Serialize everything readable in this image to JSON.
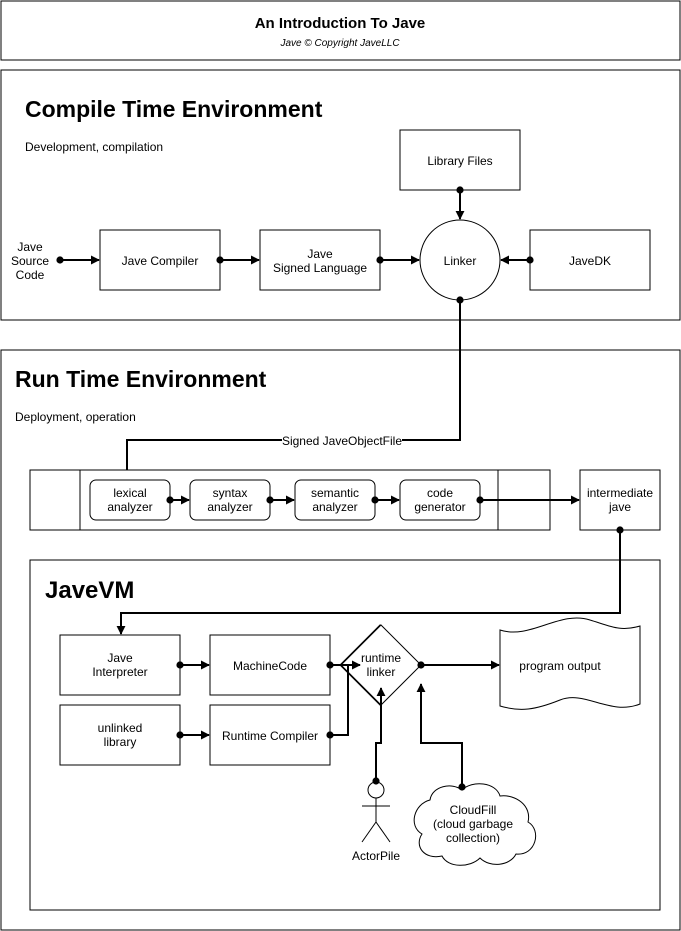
{
  "header": {
    "title": "An Introduction To Jave",
    "subtitle": "Jave © Copyright JaveLLC"
  },
  "compile": {
    "title": "Compile Time Environment",
    "subtitle": "Development, compilation",
    "source": [
      "Jave",
      "Source",
      "Code"
    ],
    "compiler": "Jave Compiler",
    "signed_language": [
      "Jave",
      "Signed Language"
    ],
    "linker": "Linker",
    "library_files": "Library Files",
    "javedk": "JaveDK"
  },
  "runtime": {
    "title": "Run Time Environment",
    "subtitle": "Deployment, operation",
    "object_file_label": "Signed JaveObjectFile",
    "lexical": [
      "lexical",
      "analyzer"
    ],
    "syntax": [
      "syntax",
      "analyzer"
    ],
    "semantic": [
      "semantic",
      "analyzer"
    ],
    "codegen": [
      "code",
      "generator"
    ],
    "intermediate": [
      "intermediate",
      "jave"
    ]
  },
  "vm": {
    "title": "JaveVM",
    "interpreter": [
      "Jave",
      "Interpreter"
    ],
    "machine_code": "MachineCode",
    "unlinked": [
      "unlinked",
      "library"
    ],
    "runtime_compiler": "Runtime Compiler",
    "runtime_linker": [
      "runtime",
      "linker"
    ],
    "program_output": "program output",
    "actor": "ActorPile",
    "cloud": [
      "CloudFill",
      "(cloud garbage",
      "collection)"
    ]
  }
}
